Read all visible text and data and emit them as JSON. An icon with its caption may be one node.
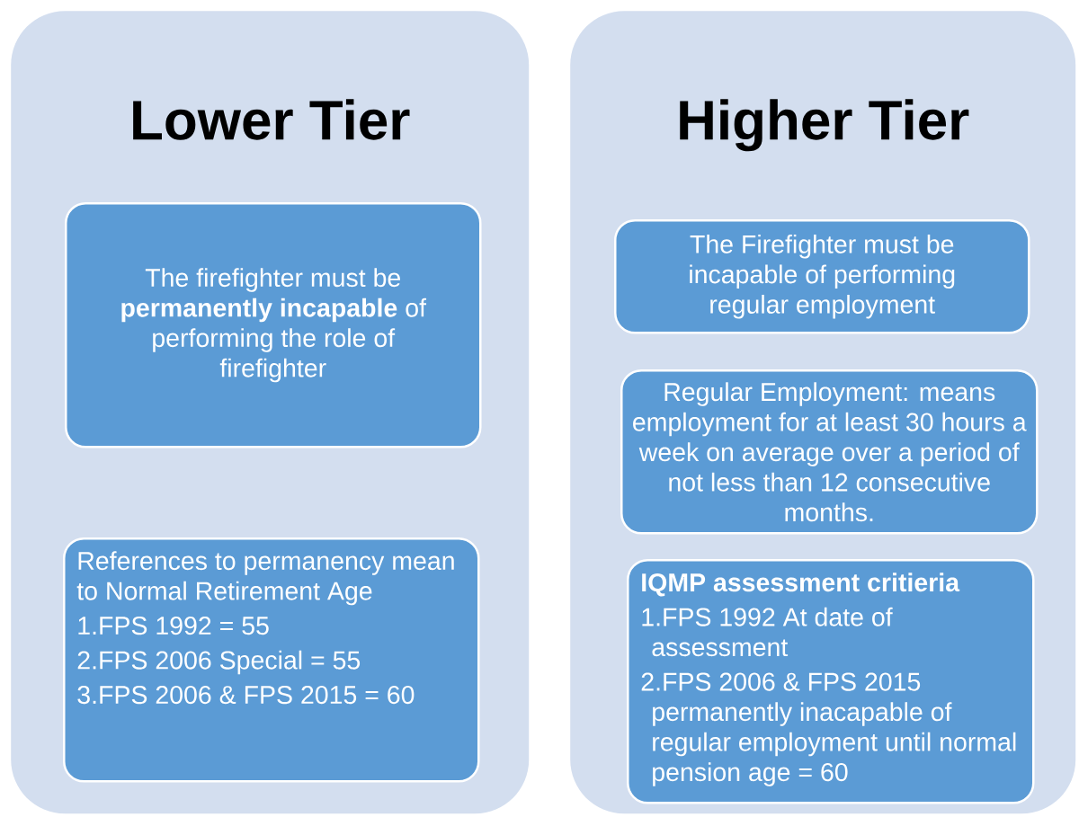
{
  "diagram": {
    "nodes": [
      {
        "text": [
          "Lower Tier"
        ]
      },
      {
        "text": [
          "The firefighter must be **permanently incapable** of performing the role of firefighter"
        ],
        "in": 0
      },
      {
        "text": [
          "References to permanency mean to Normal Retirement Age",
          "1.FPS 1992 = 55",
          "2.FPS 2006 Special = 55",
          "3.FPS 2006 & FPS 2015 = 60"
        ],
        "in": 0
      },
      {
        "text": [
          "Higher Tier"
        ]
      },
      {
        "text": [
          "The Firefighter must be incapable of performing regular employment"
        ],
        "in": 3
      },
      {
        "text": [
          "Regular Employment: means employment for at least 30 hours a week on average over a period of not less than 12 consecutive months."
        ],
        "in": 3
      },
      {
        "text": [
          "IQMP assessment critieria",
          "1.FPS 1992 At date of assessment",
          "2.FPS 2006 & FPS 2015 permanently inacapable of regular employment until normal pension age = 60"
        ],
        "in": 3
      }
    ]
  }
}
